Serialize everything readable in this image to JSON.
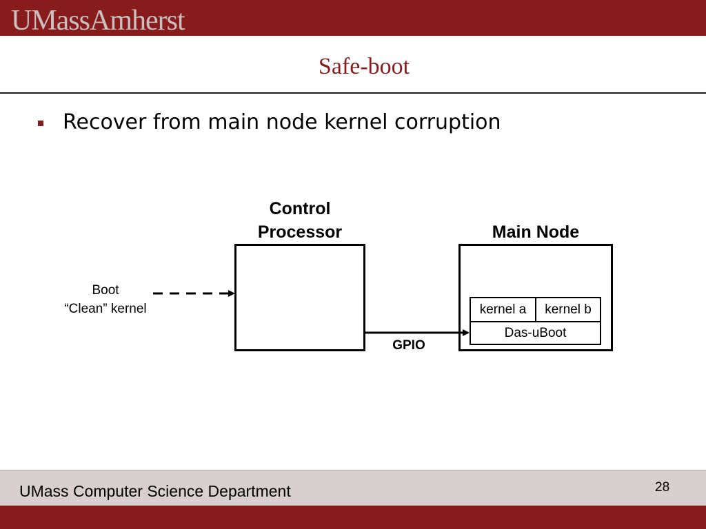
{
  "header": {
    "logo_text": "UMassAmherst"
  },
  "slide": {
    "title": "Safe-boot",
    "bullets": [
      "Recover from main node kernel corruption"
    ]
  },
  "diagram": {
    "control_processor_label_line1": "Control",
    "control_processor_label_line2": "Processor",
    "main_node_label": "Main Node",
    "boot_label": "Boot",
    "clean_kernel_label": "“Clean” kernel",
    "kernel_a": "kernel a",
    "kernel_b": "kernel b",
    "bootloader": "Das-uBoot",
    "gpio_label": "GPIO"
  },
  "footer": {
    "department": "UMass Computer Science Department",
    "page_number": "28"
  },
  "colors": {
    "brand_maroon": "#881c1c",
    "footer_gray": "#d8d0d0"
  }
}
